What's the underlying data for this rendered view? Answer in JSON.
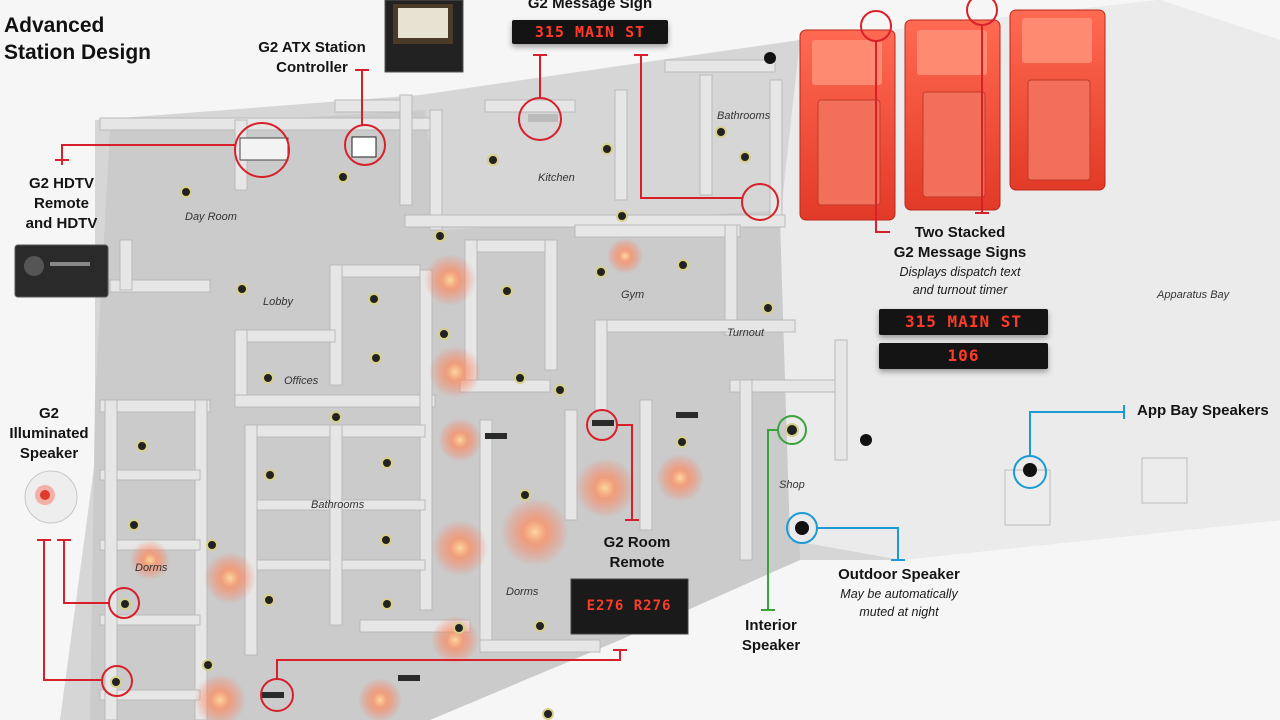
{
  "title": {
    "line1": "Advanced",
    "line2": "Station Design"
  },
  "callouts": {
    "atx": {
      "line1": "G2 ATX Station",
      "line2": "Controller"
    },
    "message_sign": {
      "label": "G2 Message Sign",
      "text": "315 MAIN ST"
    },
    "hdtv": {
      "line1": "G2 HDTV",
      "line2": "Remote",
      "line3": "and HDTV"
    },
    "stacked": {
      "line1": "Two Stacked",
      "line2": "G2 Message Signs",
      "sub1": "Displays dispatch text",
      "sub2": "and turnout timer",
      "sign1": "315 MAIN ST",
      "sign2": "106"
    },
    "illuminated": {
      "line1": "G2",
      "line2": "Illuminated",
      "line3": "Speaker"
    },
    "room_remote": {
      "line1": "G2 Room",
      "line2": "Remote",
      "display": "E276 R276"
    },
    "interior": {
      "line1": "Interior",
      "line2": "Speaker"
    },
    "outdoor": {
      "label": "Outdoor Speaker",
      "sub1": "May be automatically",
      "sub2": "muted at night"
    },
    "app_bay": {
      "label": "App Bay Speakers"
    }
  },
  "rooms": {
    "day_room": "Day Room",
    "kitchen": "Kitchen",
    "bathrooms_top": "Bathrooms",
    "lobby": "Lobby",
    "gym": "Gym",
    "offices": "Offices",
    "turnout": "Turnout",
    "apparatus_bay": "Apparatus Bay",
    "bathrooms_mid": "Bathrooms",
    "shop": "Shop",
    "dorms_left": "Dorms",
    "dorms_mid": "Dorms"
  },
  "colors": {
    "callout_red": "#d8202a",
    "interior_green": "#3aa33a",
    "outdoor_blue": "#1a9ad6",
    "led_red": "#ff3b2a",
    "truck_red": "#f0503c",
    "wall": "#e3e3e3",
    "floor": "#c9c9c9"
  },
  "icons": [
    "atx-controller-device",
    "hdtv-remote-device",
    "fire-truck-icon",
    "speaker-icon",
    "room-remote-device"
  ]
}
